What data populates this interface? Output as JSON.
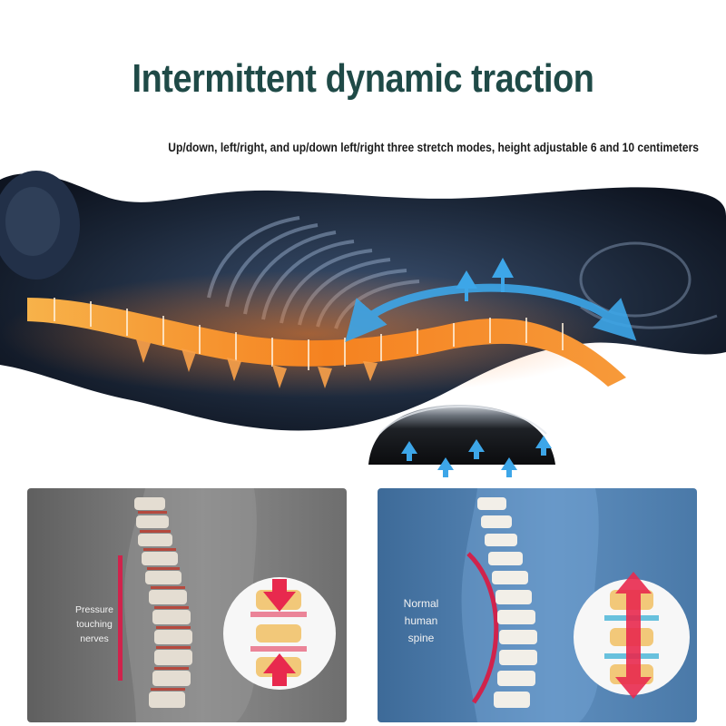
{
  "header": {
    "title": "Intermittent dynamic traction",
    "subtitle": "Up/down, left/right, and up/down left/right three stretch modes, height adjustable 6 and 10 centimeters"
  },
  "panels": {
    "left": {
      "label": "Pressure\ntouching\nnerves"
    },
    "right": {
      "label": "Normal\nhuman\nspine"
    }
  },
  "colors": {
    "title": "#1f4a47",
    "arrow": "#3da6e8",
    "spine_highlight": "#f08a2a",
    "pressure_bar": "#d0234c",
    "traction_arrow": "#e8294e"
  }
}
